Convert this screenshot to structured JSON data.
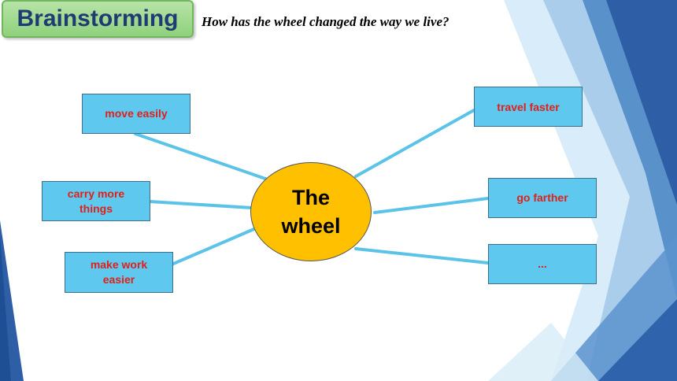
{
  "header": {
    "title": "Brainstorming",
    "question": "How has the wheel changed the way we live?"
  },
  "diagram": {
    "center": "The wheel",
    "branches": [
      {
        "label": "move easily"
      },
      {
        "label": "carry more things"
      },
      {
        "label": "make work easier"
      },
      {
        "label": "travel faster"
      },
      {
        "label": "go farther"
      },
      {
        "label": "..."
      }
    ]
  },
  "colors": {
    "box_fill": "#5ec8ee",
    "box_text": "#e0201b",
    "center_fill": "#ffc000",
    "connector": "#5bc3e8",
    "title_fill": "#9ed98c",
    "title_text": "#1f3b73"
  }
}
